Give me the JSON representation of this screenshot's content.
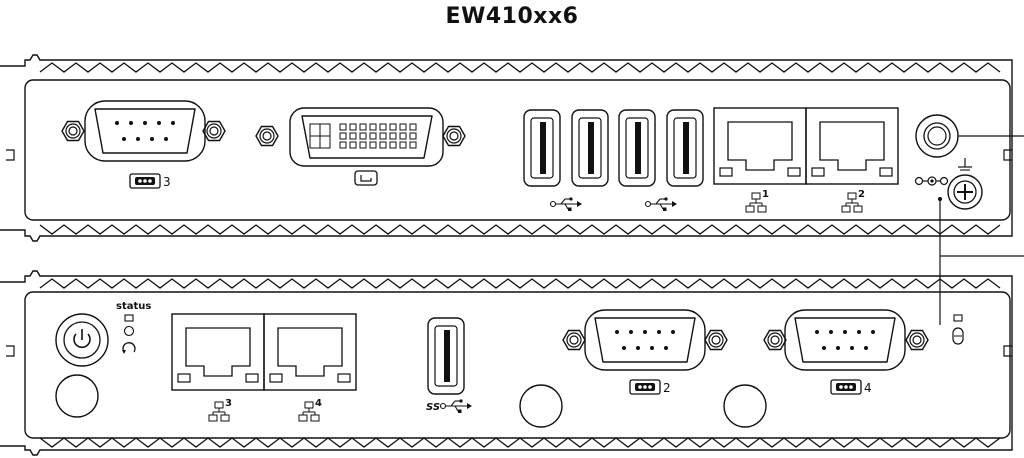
{
  "title": "EW410xx6",
  "top_panel": {
    "serial_port_label": "3",
    "lan_ports": [
      "1",
      "2"
    ]
  },
  "bottom_panel": {
    "status_label": "status",
    "lan_ports": [
      "3",
      "4"
    ],
    "serial_ports": [
      "2",
      "4"
    ]
  }
}
